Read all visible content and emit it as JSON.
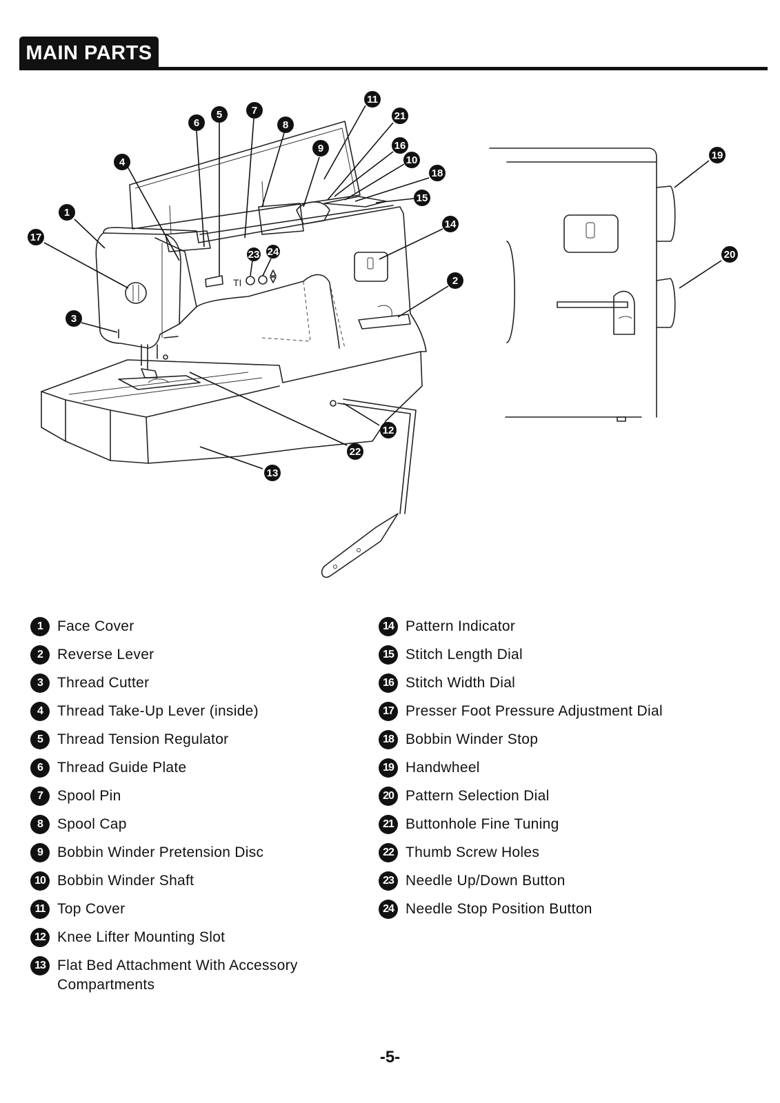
{
  "header": {
    "title": "MAIN PARTS"
  },
  "diagram": {
    "front_symbol": "TI",
    "callouts": [
      "1",
      "2",
      "3",
      "4",
      "5",
      "6",
      "7",
      "8",
      "9",
      "10",
      "11",
      "12",
      "13",
      "14",
      "15",
      "16",
      "17",
      "18",
      "19",
      "20",
      "21",
      "22",
      "23",
      "24"
    ]
  },
  "parts": [
    {
      "num": "1",
      "label": "Face Cover"
    },
    {
      "num": "2",
      "label": "Reverse Lever"
    },
    {
      "num": "3",
      "label": "Thread Cutter"
    },
    {
      "num": "4",
      "label": "Thread Take-Up Lever (inside)"
    },
    {
      "num": "5",
      "label": "Thread Tension Regulator"
    },
    {
      "num": "6",
      "label": "Thread Guide Plate"
    },
    {
      "num": "7",
      "label": "Spool Pin"
    },
    {
      "num": "8",
      "label": "Spool Cap"
    },
    {
      "num": "9",
      "label": "Bobbin Winder Pretension Disc"
    },
    {
      "num": "10",
      "label": "Bobbin Winder Shaft"
    },
    {
      "num": "11",
      "label": "Top Cover"
    },
    {
      "num": "12",
      "label": "Knee Lifter Mounting Slot"
    },
    {
      "num": "13",
      "label": "Flat Bed Attachment With Accessory Compartments"
    },
    {
      "num": "14",
      "label": "Pattern Indicator"
    },
    {
      "num": "15",
      "label": "Stitch Length Dial"
    },
    {
      "num": "16",
      "label": "Stitch Width Dial"
    },
    {
      "num": "17",
      "label": "Presser Foot Pressure Adjustment Dial"
    },
    {
      "num": "18",
      "label": "Bobbin Winder Stop"
    },
    {
      "num": "19",
      "label": "Handwheel"
    },
    {
      "num": "20",
      "label": "Pattern Selection Dial"
    },
    {
      "num": "21",
      "label": "Buttonhole Fine Tuning"
    },
    {
      "num": "22",
      "label": "Thumb Screw Holes"
    },
    {
      "num": "23",
      "label": "Needle Up/Down Button"
    },
    {
      "num": "24",
      "label": "Needle Stop Position Button"
    }
  ],
  "page_number": "-5-"
}
